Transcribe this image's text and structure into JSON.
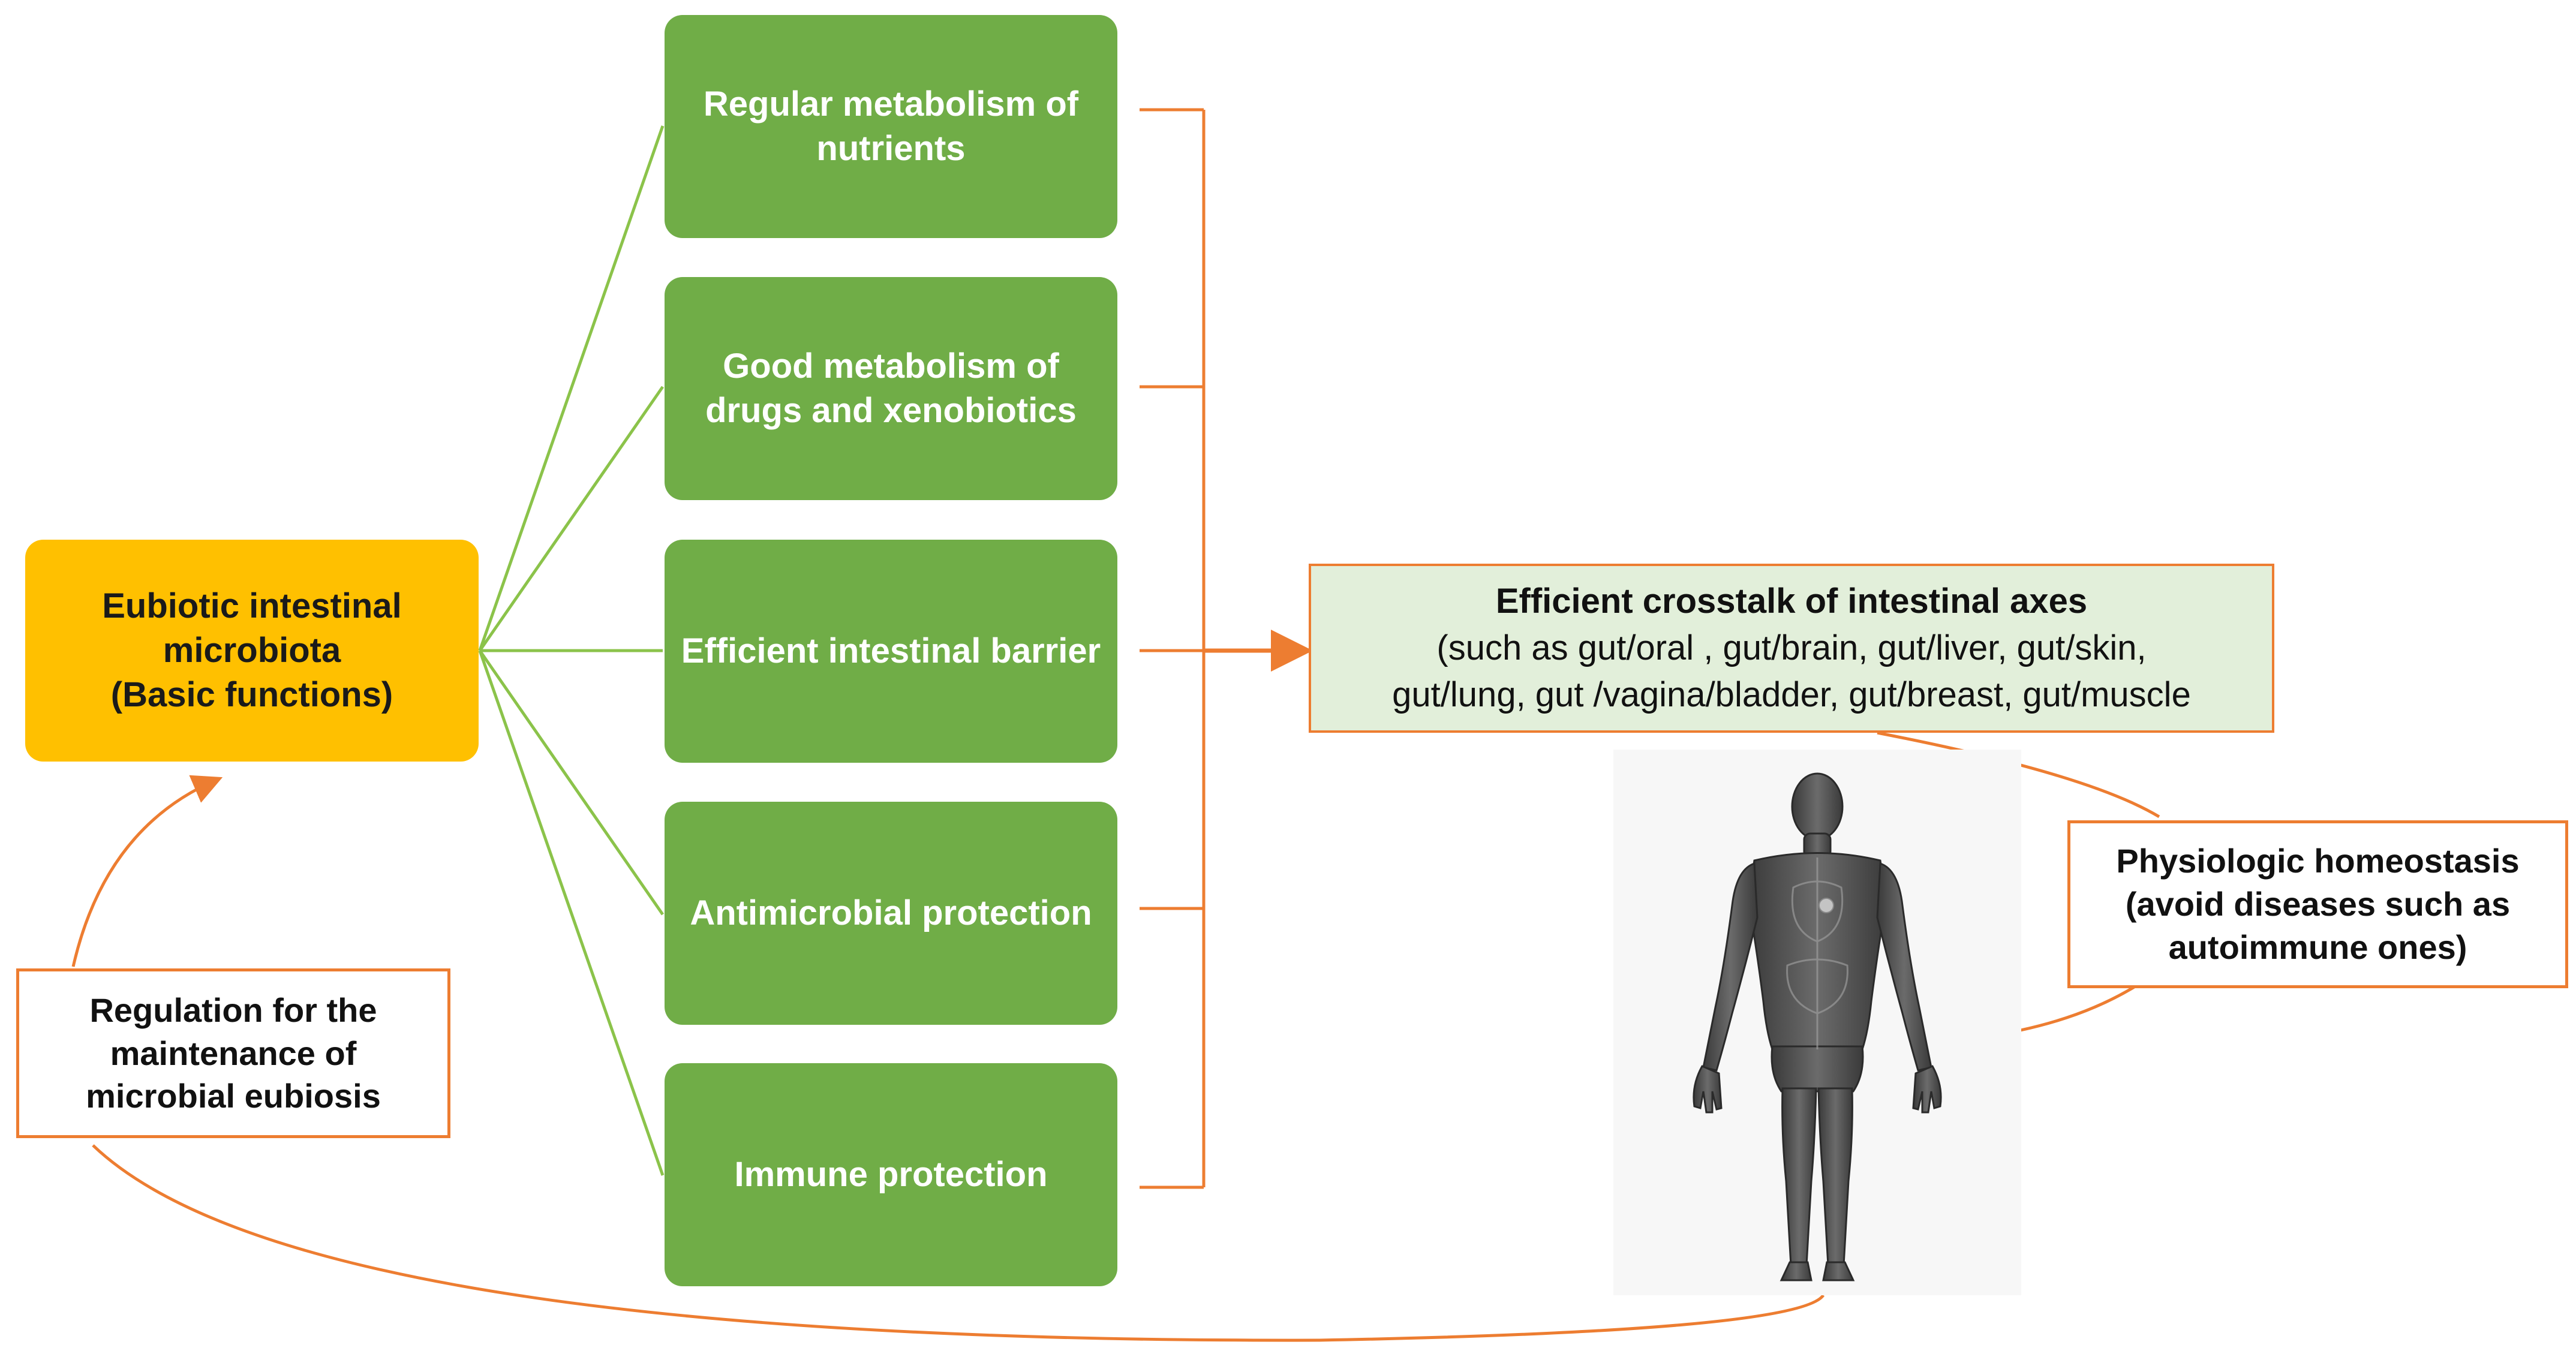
{
  "central_node": {
    "lines": [
      "Eubiotic intestinal",
      "microbiota",
      "(Basic functions)"
    ]
  },
  "functions": [
    {
      "lines": [
        "Regular metabolism of",
        "nutrients"
      ]
    },
    {
      "lines": [
        "Good metabolism of",
        "drugs and xenobiotics"
      ]
    },
    {
      "lines": [
        "Efficient intestinal barrier"
      ]
    },
    {
      "lines": [
        "Antimicrobial protection"
      ]
    },
    {
      "lines": [
        "Immune protection"
      ]
    }
  ],
  "crosstalk": {
    "title": "Efficient crosstalk of intestinal axes",
    "detail_lines": [
      "(such as gut/oral , gut/brain, gut/liver, gut/skin,",
      "gut/lung, gut /vagina/bladder, gut/breast, gut/muscle"
    ]
  },
  "homeostasis": {
    "lines": [
      "Physiologic homeostasis",
      "(avoid diseases such as",
      "autoimmune ones)"
    ]
  },
  "regulation": {
    "lines": [
      "Regulation for the",
      "maintenance of",
      "microbial eubiosis"
    ]
  },
  "figure": {
    "icon": "human-body-anatomy-icon"
  },
  "colors": {
    "green_box": "#70ad47",
    "gold_box": "#ffc000",
    "orange_connector": "#ed7d31",
    "green_connector": "#8bc34a",
    "crosstalk_fill": "#e2efda"
  }
}
